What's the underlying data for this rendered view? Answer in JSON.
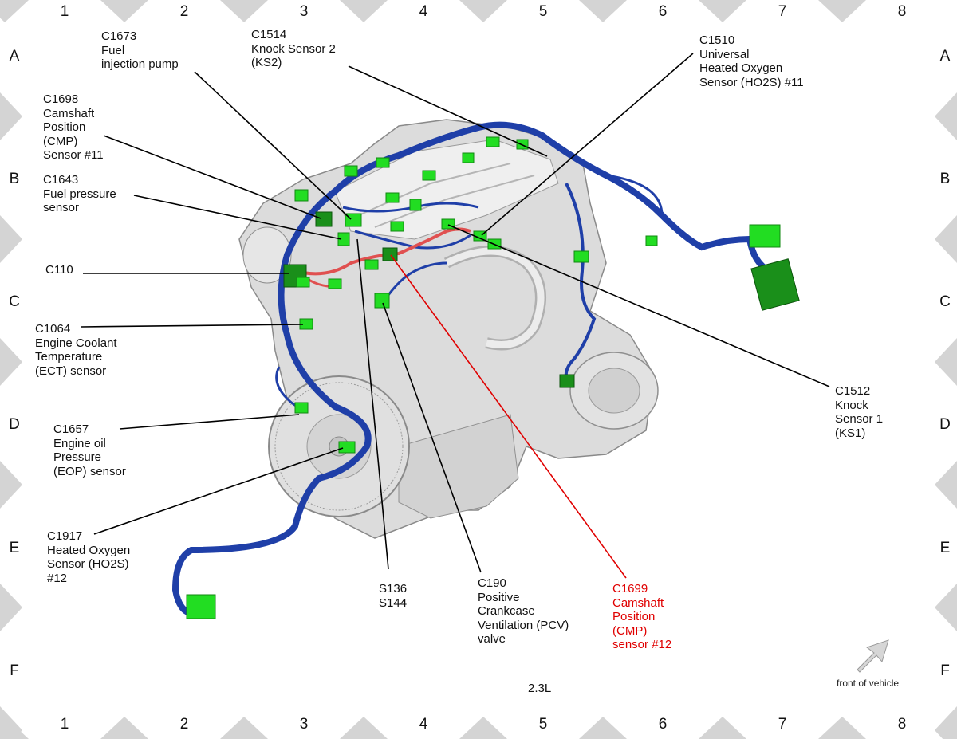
{
  "grid": {
    "columns": [
      "1",
      "2",
      "3",
      "4",
      "5",
      "6",
      "7",
      "8"
    ],
    "rows": [
      "A",
      "B",
      "C",
      "D",
      "E",
      "F"
    ]
  },
  "callouts": [
    {
      "id": "c1673",
      "lines": [
        "C1673",
        "Fuel",
        "injection pump"
      ]
    },
    {
      "id": "c1514",
      "lines": [
        "C1514",
        "Knock Sensor 2",
        "(KS2)"
      ]
    },
    {
      "id": "c1510",
      "lines": [
        "C1510",
        "Universal",
        "Heated Oxygen",
        "Sensor (HO2S) #11"
      ]
    },
    {
      "id": "c1698",
      "lines": [
        "C1698",
        "Camshaft",
        "Position",
        "(CMP)",
        "Sensor #11"
      ]
    },
    {
      "id": "c1643",
      "lines": [
        "C1643",
        "Fuel pressure",
        "sensor"
      ]
    },
    {
      "id": "c110",
      "lines": [
        "C110"
      ]
    },
    {
      "id": "c1064",
      "lines": [
        "C1064",
        "Engine Coolant",
        "Temperature",
        "(ECT) sensor"
      ]
    },
    {
      "id": "c1657",
      "lines": [
        "C1657",
        "Engine oil",
        "Pressure",
        "(EOP) sensor"
      ]
    },
    {
      "id": "c1917",
      "lines": [
        "C1917",
        "Heated Oxygen",
        "Sensor (HO2S)",
        "#12"
      ]
    },
    {
      "id": "s136",
      "lines": [
        "S136",
        "S144"
      ]
    },
    {
      "id": "c190",
      "lines": [
        "C190",
        "Positive",
        "Crankcase",
        "Ventilation (PCV)",
        "valve"
      ]
    },
    {
      "id": "c1699",
      "lines": [
        "C1699",
        "Camshaft",
        "Position",
        "(CMP)",
        "sensor #12"
      ],
      "highlight": true
    },
    {
      "id": "c1512",
      "lines": [
        "C1512",
        "Knock",
        "Sensor 1",
        "(KS1)"
      ]
    }
  ],
  "model_label": "2.3L",
  "direction_label": "front of vehicle",
  "colors": {
    "harness": "#1f3fa8",
    "connector": "#22dd22",
    "connector_dark": "#1a8f1a",
    "subharness": "#e05050",
    "highlight": "#e00000",
    "engine": "#d9d9d9",
    "border_triangle": "#d4d4d4"
  }
}
